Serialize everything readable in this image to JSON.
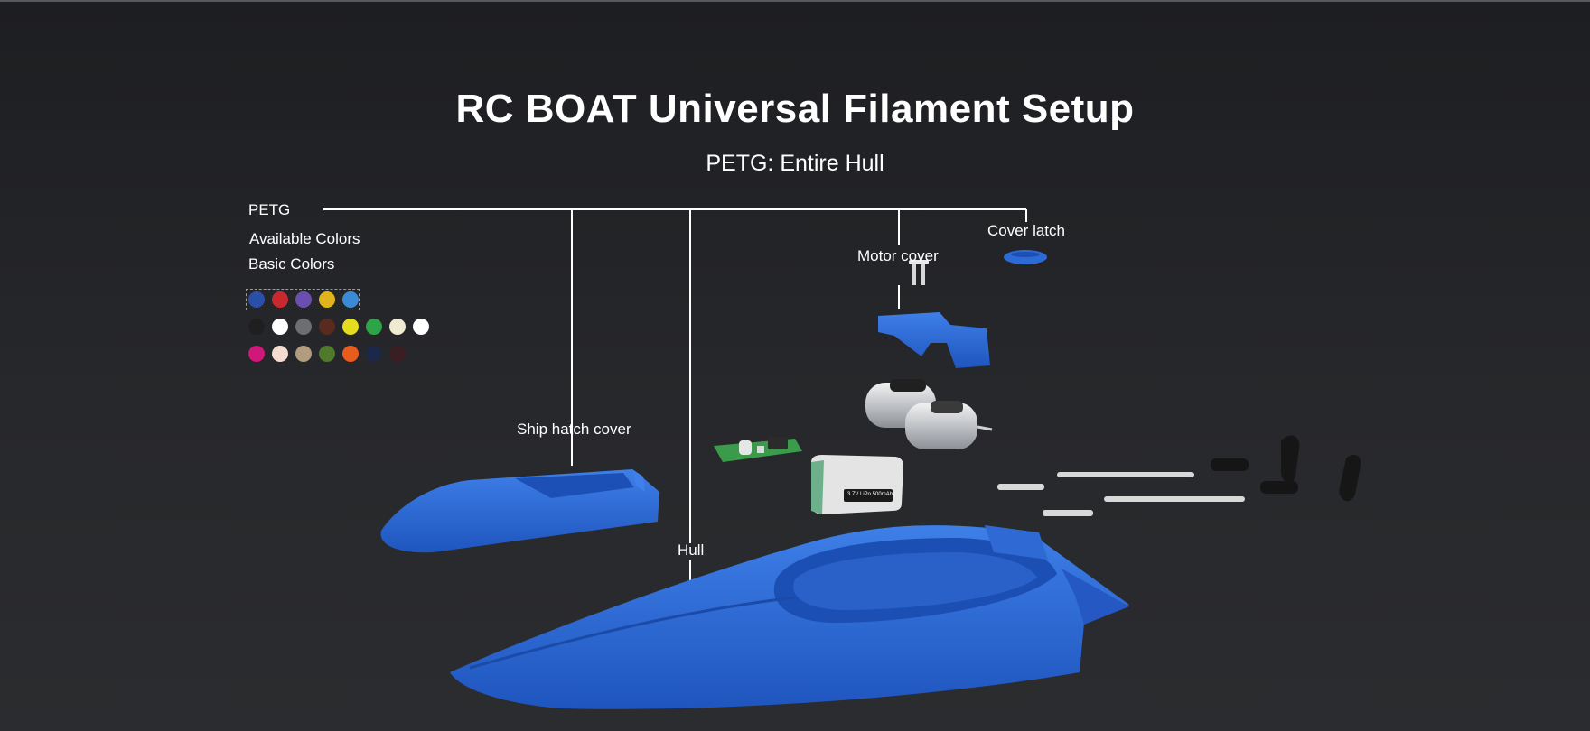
{
  "title": "RC BOAT Universal Filament Setup",
  "subtitle": "PETG: Entire Hull",
  "sidebar": {
    "material": "PETG",
    "available_colors_label": "Available Colors",
    "basic_colors_label": "Basic Colors",
    "swatch_rows": [
      [
        "#2a4fa8",
        "#c8282e",
        "#6a4fb0",
        "#e0b41a",
        "#3a8ad6"
      ],
      [
        "#1f1f1f",
        "#ffffff",
        "#6c6e72",
        "#5a2a1e",
        "#e4dc1e",
        "#2ea448",
        "#f1ead2",
        "#ffffff"
      ],
      [
        "#d0177a",
        "#f4ddd0",
        "#b29c80",
        "#4e7a2a",
        "#e85c1e",
        "#1c2848",
        "#3a1e24"
      ]
    ]
  },
  "callouts": {
    "ship_hatch_cover": "Ship hatch cover",
    "hull": "Hull",
    "motor_cover": "Motor cover",
    "cover_latch": "Cover latch"
  },
  "battery_label": "3.7V LiPo 500mAh",
  "colors": {
    "part_blue": "#2c6ad6",
    "line": "#ffffff"
  }
}
